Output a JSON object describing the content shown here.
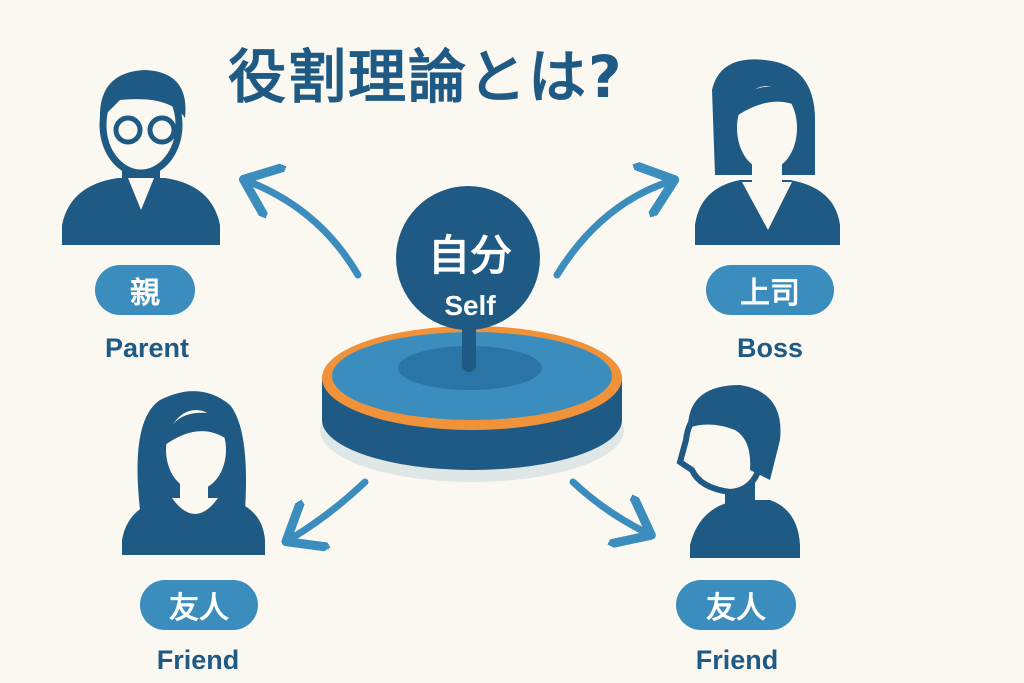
{
  "title": "役割理論とは?",
  "center": {
    "label_ja": "自分",
    "label_en": "Self"
  },
  "roles": [
    {
      "label_ja": "親",
      "label_en": "Parent"
    },
    {
      "label_ja": "上司",
      "label_en": "Boss"
    },
    {
      "label_ja": "友人",
      "label_en": "Friend"
    },
    {
      "label_ja": "友人",
      "label_en": "Friend"
    }
  ],
  "colors": {
    "background": "#fbf8f1",
    "dark_blue": "#1e5a84",
    "blue": "#3a8dbd",
    "orange": "#f0923a"
  }
}
